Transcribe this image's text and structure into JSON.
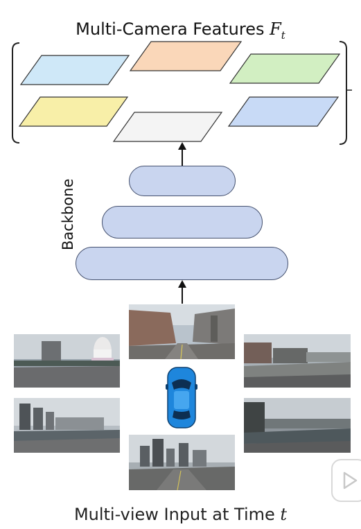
{
  "title": {
    "text": "Multi-Camera Features ",
    "var": "F",
    "sub": "t"
  },
  "backbone_label": "Backbone",
  "caption": {
    "text": "Multi-view Input at Time ",
    "var": "t"
  },
  "colors": {
    "feature_maps": [
      "#cfe8f8",
      "#fad7b9",
      "#d2efc2",
      "#f8efa8",
      "#f4f4f4",
      "#c8daf6"
    ],
    "backbone_block": "#c9d5ef",
    "car": "#1e86dc"
  },
  "icons": [
    "up-arrow-icon",
    "car-icon",
    "play-icon"
  ]
}
